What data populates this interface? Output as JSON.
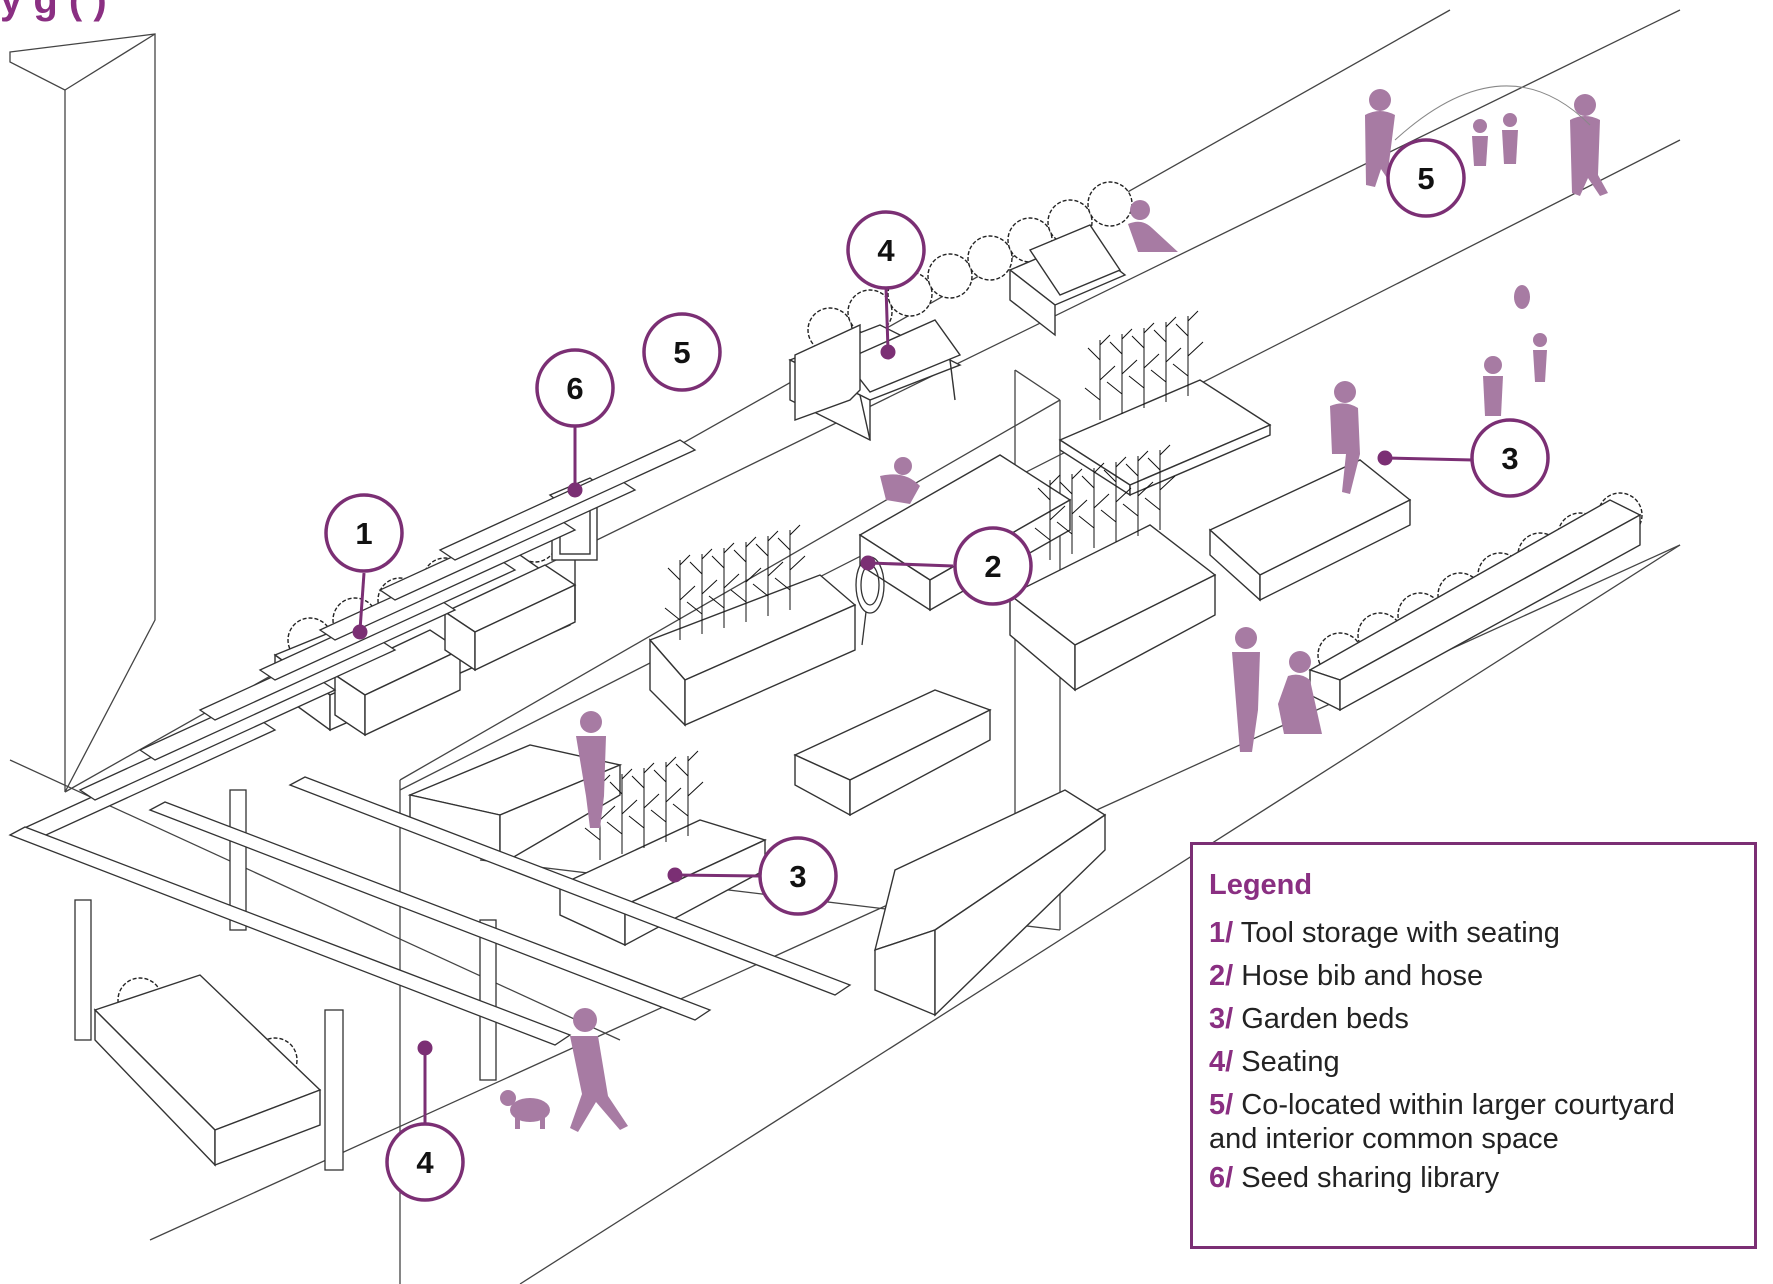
{
  "header": {
    "title_fragment": "y g    (      )"
  },
  "callouts": [
    "1",
    "2",
    "3",
    "3",
    "4",
    "4",
    "5",
    "5",
    "6"
  ],
  "legend": {
    "title": "Legend",
    "items": [
      {
        "num": "1/",
        "text": "Tool storage with seating"
      },
      {
        "num": "2/",
        "text": "Hose bib and hose"
      },
      {
        "num": "3/",
        "text": "Garden beds"
      },
      {
        "num": "4/",
        "text": "Seating"
      },
      {
        "num": "5/",
        "text": "Co-located within larger courtyard",
        "cont": "and interior common space"
      },
      {
        "num": "6/",
        "text": "Seed sharing library"
      }
    ]
  },
  "colors": {
    "accent": "#8a2f82",
    "figure": "#a77ba3",
    "line": "#333333"
  }
}
